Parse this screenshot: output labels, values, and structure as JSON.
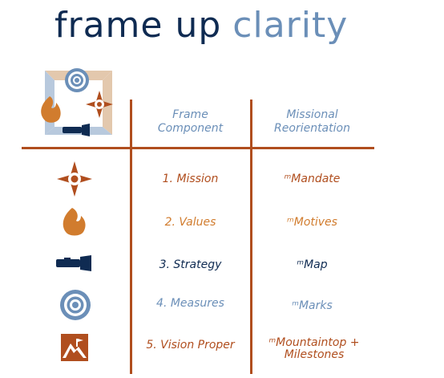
{
  "title": {
    "word1": "frame up",
    "word2": "clarity"
  },
  "columns": {
    "frame_component": "Frame\nComponent",
    "missional_reorientation": "Missional\nReorientation"
  },
  "rows": [
    {
      "icon": "compass-star-icon",
      "component": "1. Mission",
      "reorientation": "ᵐMandate",
      "color": "#b04e1e"
    },
    {
      "icon": "flame-icon",
      "component": "2. Values",
      "reorientation": "ᵐMotives",
      "color": "#d17c2e"
    },
    {
      "icon": "flashlight-icon",
      "component": "3. Strategy",
      "reorientation": "ᵐMap",
      "color": "#0f2b52"
    },
    {
      "icon": "target-icon",
      "component": "4. Measures",
      "reorientation": "ᵐMarks",
      "color": "#6b8fb8"
    },
    {
      "icon": "mountain-icon",
      "component": "5. Vision Proper",
      "reorientation": "ᵐMountaintop +\nMilestones",
      "color": "#b04e1e"
    }
  ],
  "colors": {
    "navy": "#0f2b52",
    "steel_blue": "#6b8fb8",
    "rust": "#b04e1e",
    "orange": "#d17c2e",
    "tan": "#e3c8ad"
  }
}
